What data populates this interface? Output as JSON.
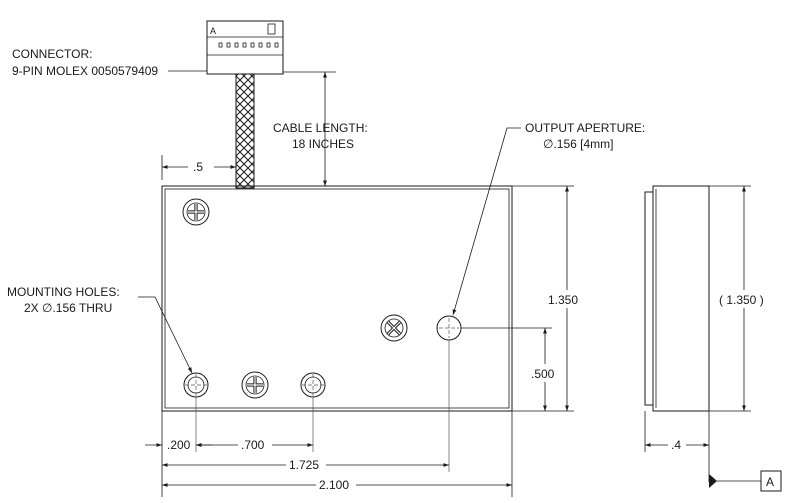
{
  "annotations": {
    "connector_line1": "CONNECTOR:",
    "connector_line2": "9-PIN MOLEX 0050579409",
    "cable_line1": "CABLE LENGTH:",
    "cable_line2": "18 INCHES",
    "aperture_line1": "OUTPUT APERTURE:",
    "aperture_line2": "∅.156 [4mm]",
    "mounting_line1": "MOUNTING HOLES:",
    "mounting_line2": "2X ∅.156 THRU"
  },
  "dimensions": {
    "cable_offset": ".5",
    "height": "1.350",
    "aperture_height": ".500",
    "hole_edge": ".200",
    "hole_spacing": ".700",
    "aperture_offset": "1.725",
    "width": "2.100",
    "side_height_ref": "( 1.350 )",
    "side_depth": ".4"
  },
  "datum": {
    "label": "A"
  },
  "connector": {
    "pin_marker": "A"
  }
}
